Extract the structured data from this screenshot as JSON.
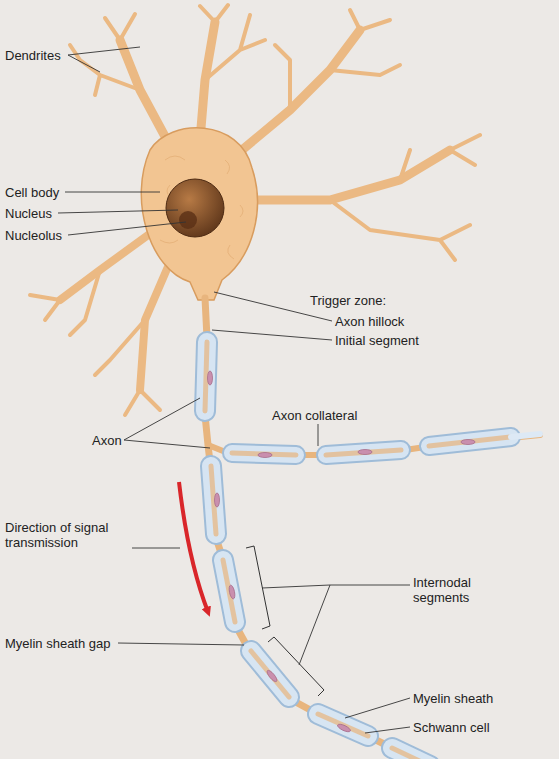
{
  "diagram": {
    "labels": [
      "Dendrites",
      "Cell body",
      "Nucleus",
      "Nucleolus",
      "Trigger zone:",
      "Axon hillock",
      "Initial segment",
      "Axon collateral",
      "Axon",
      "Direction of signal transmission",
      "Internodal segments",
      "Myelin sheath gap",
      "Myelin sheath",
      "Schwann cell"
    ]
  }
}
